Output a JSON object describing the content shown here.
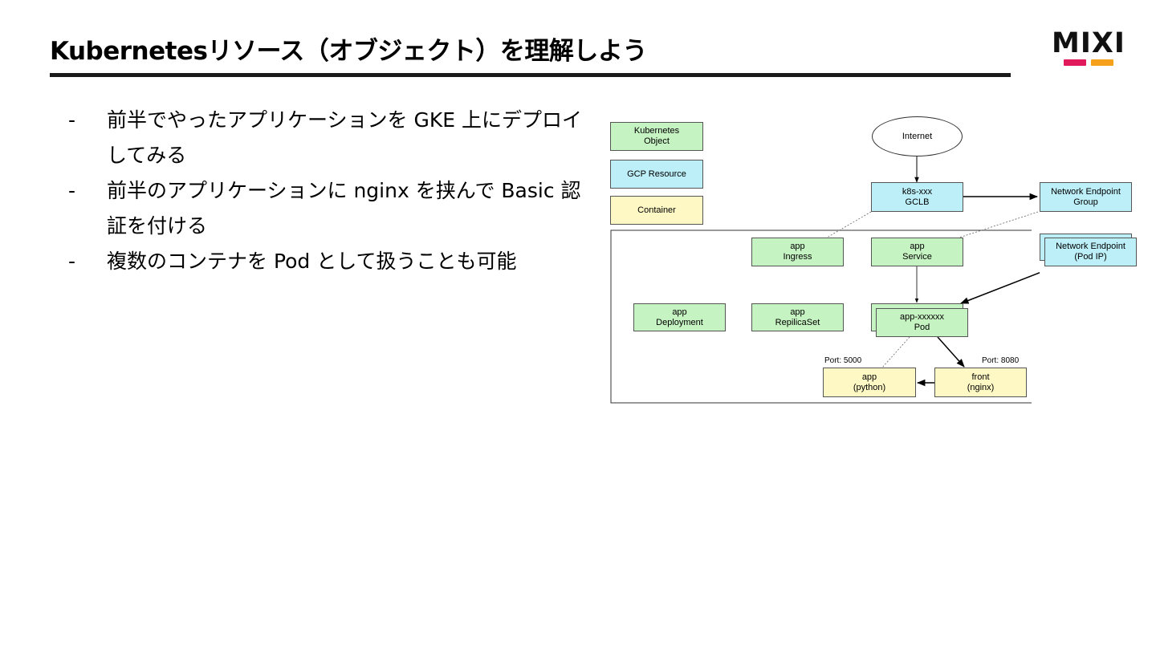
{
  "header": {
    "title": "Kubernetesリソース（オブジェクト）を理解しよう",
    "logo_text": "MIXI"
  },
  "bullets": [
    {
      "dash": "-",
      "text": "前半でやったアプリケーションを GKE 上にデプロイしてみる"
    },
    {
      "dash": "-",
      "text": "前半のアプリケーションに nginx を挟んで Basic 認証を付ける"
    },
    {
      "dash": "-",
      "text": "複数のコンテナを Pod として扱うことも可能"
    }
  ],
  "diagram": {
    "legend": {
      "k8s_object": [
        "Kubernetes",
        "Object"
      ],
      "gcp_resource": "GCP Resource",
      "container": "Container"
    },
    "internet": "Internet",
    "gclb": [
      "k8s-xxx",
      "GCLB"
    ],
    "neg": [
      "Network Endpoint",
      "Group"
    ],
    "ingress": [
      "app",
      "Ingress"
    ],
    "service": [
      "app",
      "Service"
    ],
    "network_endpoint": [
      "Network Endpoint",
      "(Pod IP)"
    ],
    "deployment": [
      "app",
      "Deployment"
    ],
    "replicaset": [
      "app",
      "RepilicaSet"
    ],
    "pod": [
      "app-xxxxxx",
      "Pod"
    ],
    "port_app": "Port: 5000",
    "port_front": "Port: 8080",
    "container_app": [
      "app",
      "(python)"
    ],
    "container_front": [
      "front",
      "(nginx)"
    ],
    "colors": {
      "k8s_object": "#c6f3c2",
      "gcp_resource": "#bdeff8",
      "container": "#fef9c4"
    }
  }
}
